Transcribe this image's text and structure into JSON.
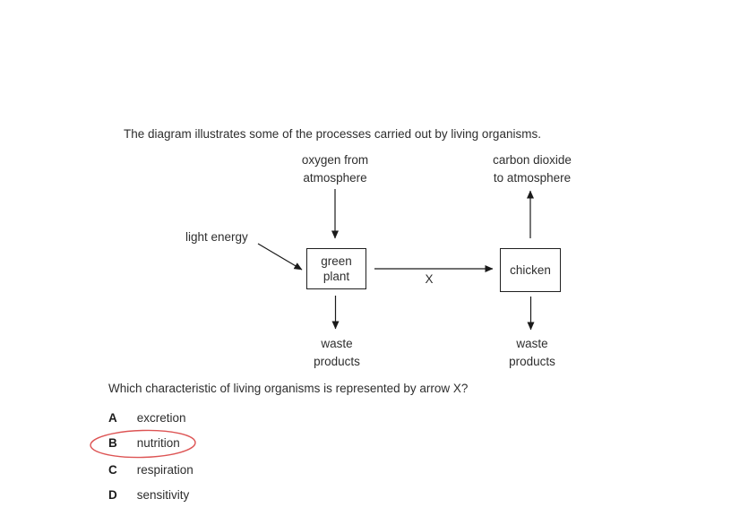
{
  "prompt": "The diagram illustrates some of the processes carried out by living organisms.",
  "diagram": {
    "oxygen_label": "oxygen from\natmosphere",
    "co2_label": "carbon dioxide\nto atmosphere",
    "light_energy_label": "light energy",
    "green_plant_label": "green\nplant",
    "chicken_label": "chicken",
    "arrow_x_label": "X",
    "waste_left_label": "waste\nproducts",
    "waste_right_label": "waste\nproducts"
  },
  "question": "Which characteristic of living organisms is represented by arrow X?",
  "options": [
    {
      "letter": "A",
      "text": "excretion"
    },
    {
      "letter": "B",
      "text": "nutrition"
    },
    {
      "letter": "C",
      "text": "respiration"
    },
    {
      "letter": "D",
      "text": "sensitivity"
    }
  ],
  "annotation": {
    "circled_option": "B",
    "color": "#dd5454"
  }
}
